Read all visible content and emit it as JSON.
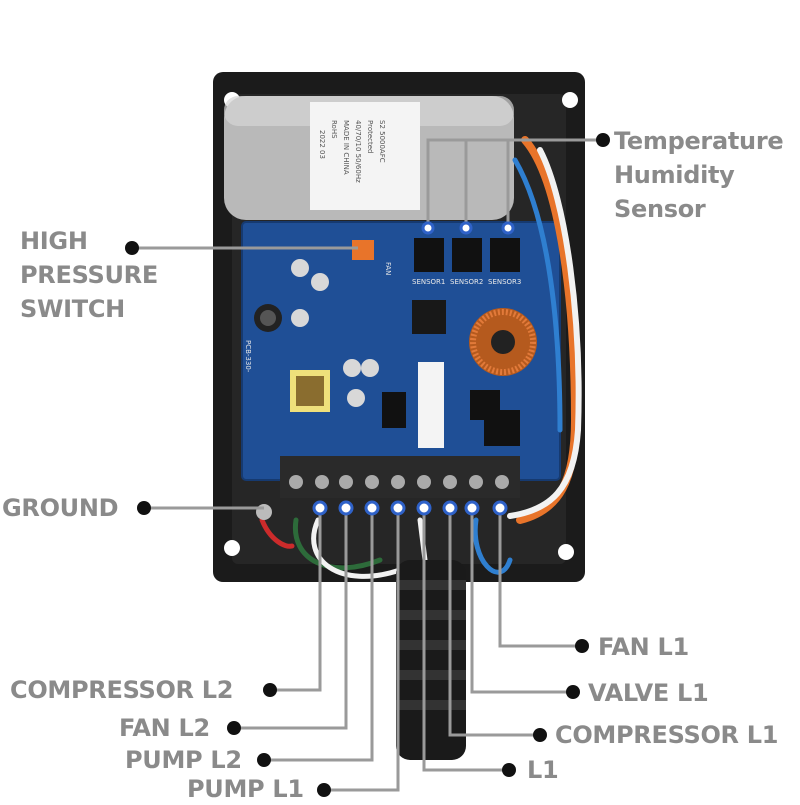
{
  "labels": {
    "temperature_humidity_sensor": [
      "Temperature",
      "Humidity",
      "Sensor"
    ],
    "high_pressure_switch": [
      "HIGH",
      "PRESSURE",
      "SWITCH"
    ],
    "ground": "GROUND",
    "fan_l1": "FAN L1",
    "valve_l1": "VALVE L1",
    "compressor_l1": "COMPRESSOR L1",
    "l1": "L1",
    "compressor_l2": "COMPRESSOR L2",
    "fan_l2": "FAN L2",
    "pump_l2": "PUMP L2",
    "pump_l1": "PUMP L1"
  },
  "board_text": {
    "sensor_ports": [
      "SENSOR1",
      "SENSOR2",
      "SENSOR3"
    ],
    "fan_header": "FAN",
    "capacitor_lines": [
      "2022 03",
      "RoHS",
      "MADE IN CHINA",
      "40/70/10 50/60Hz",
      "Protected",
      "S2 5000AFC"
    ],
    "board_model": "PCB-330-"
  },
  "colors": {
    "label": "#8a8a8a",
    "leader_line": "#9a9a9a",
    "dot": "#111111",
    "enclosure": "#1b1b1b",
    "pcb": "#1f4f96",
    "capacitor": "#b9b9b9",
    "terminal_block": "#2a2a2a",
    "wire_orange": "#e8742a",
    "wire_blue": "#2f7fd0",
    "wire_white": "#f2f2f2"
  },
  "icons": [
    "leader-dot"
  ]
}
